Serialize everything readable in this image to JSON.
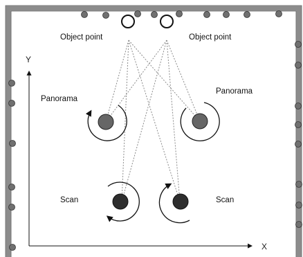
{
  "labels": {
    "object_point_left": "Object point",
    "object_point_right": "Object point",
    "panorama_left": "Panorama",
    "panorama_right": "Panorama",
    "scan_left": "Scan",
    "scan_right": "Scan",
    "axis_y": "Y",
    "axis_x": "X"
  },
  "colors": {
    "wall_border": "#8c8c8c",
    "wall_marker": "#707070",
    "panorama_station": "#666666",
    "scan_station": "#2e2e2e",
    "sight_line": "#8a8a8a",
    "text": "#111111"
  }
}
